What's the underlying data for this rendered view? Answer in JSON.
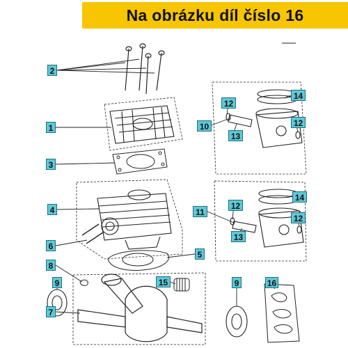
{
  "banner": {
    "text": "Na obrázku díl číslo 16"
  },
  "callouts": {
    "c1": "1",
    "c2": "2",
    "c3": "3",
    "c4": "4",
    "c5": "5",
    "c6": "6",
    "c7": "7",
    "c8": "8",
    "c9a": "9",
    "c9b": "9",
    "c10": "10",
    "c11": "11",
    "c12a": "12",
    "c12b": "12",
    "c12c": "12",
    "c12d": "12",
    "c13a": "13",
    "c13b": "13",
    "c14a": "14",
    "c14b": "14",
    "c15": "15",
    "c16": "16"
  },
  "colors": {
    "banner": "#f7c600",
    "label_fill": "#5fc8d8",
    "label_border": "#1f6f7c",
    "line": "#222222"
  },
  "highlighted_part": "16"
}
